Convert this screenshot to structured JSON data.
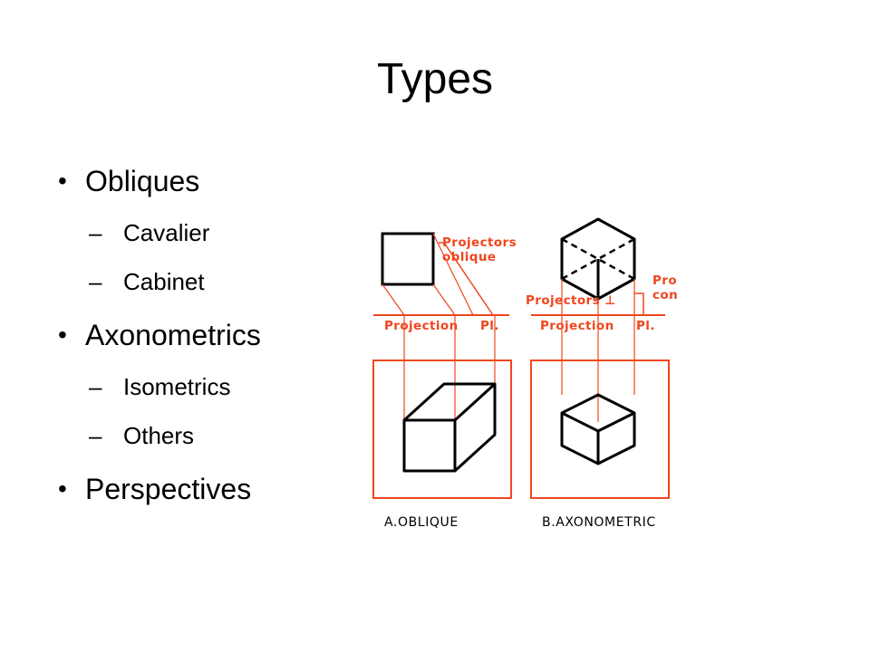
{
  "slide": {
    "title": "Types",
    "bullets": [
      {
        "label": "Obliques",
        "subitems": [
          "Cavalier",
          "Cabinet"
        ]
      },
      {
        "label": "Axonometrics",
        "subitems": [
          "Isometrics",
          "Others"
        ]
      },
      {
        "label": "Perspectives",
        "subitems": []
      }
    ]
  },
  "diagram": {
    "oblique_projectors_label_1": "Projectors",
    "oblique_projectors_label_2": "oblique",
    "axo_projectors_label": "Projectors ⊥",
    "axo_side_label_1": "Pro",
    "axo_side_label_2": "con",
    "plane_label_left_1": "Projection",
    "plane_label_left_2": "Pl.",
    "plane_label_right_1": "Projection",
    "plane_label_right_2": "Pl.",
    "caption_left": "A.OBLIQUE",
    "caption_right": "B.AXONOMETRIC",
    "accent_color": "#f0461e",
    "line_color": "#000000"
  }
}
